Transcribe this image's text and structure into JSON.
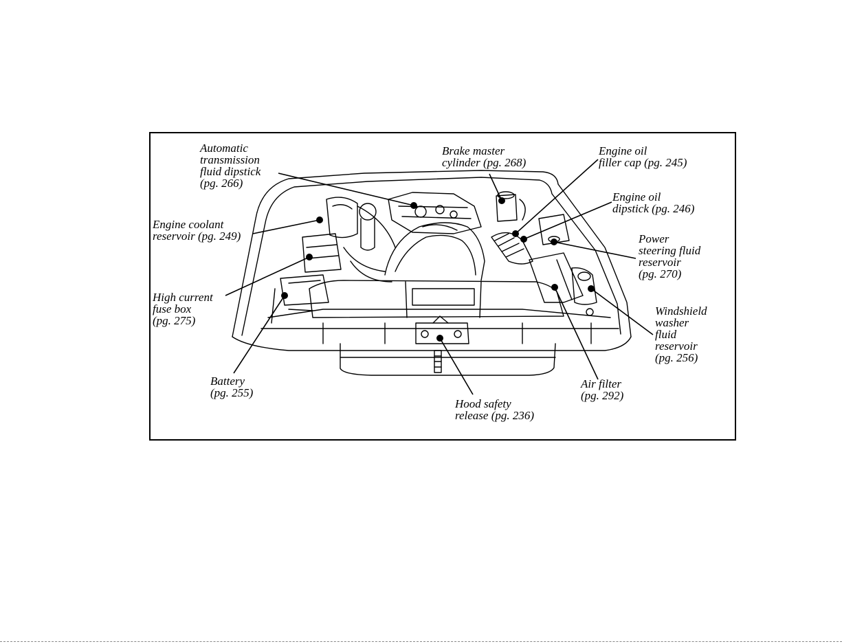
{
  "diagram": {
    "labels": {
      "auto_trans_dipstick": [
        "Automatic",
        "transmission",
        "fluid dipstick",
        "(pg. 266)"
      ],
      "coolant_reservoir": [
        "Engine coolant",
        "reservoir (pg. 249)"
      ],
      "fuse_box": [
        "High current",
        "fuse box",
        "(pg. 275)"
      ],
      "battery": [
        "Battery",
        "(pg. 255)"
      ],
      "brake_master": [
        "Brake master",
        "cylinder (pg. 268)"
      ],
      "oil_filler": [
        "Engine oil",
        "filler cap (pg. 245)"
      ],
      "oil_dipstick": [
        "Engine oil",
        "dipstick (pg. 246)"
      ],
      "power_steering": [
        "Power",
        "steering fluid",
        "reservoir",
        "(pg. 270)"
      ],
      "washer": [
        "Windshield",
        "washer",
        "fluid",
        "reservoir",
        "(pg. 256)"
      ],
      "air_filter": [
        "Air filter",
        "(pg. 292)"
      ],
      "hood_release": [
        "Hood safety",
        "release (pg. 236)"
      ]
    }
  }
}
